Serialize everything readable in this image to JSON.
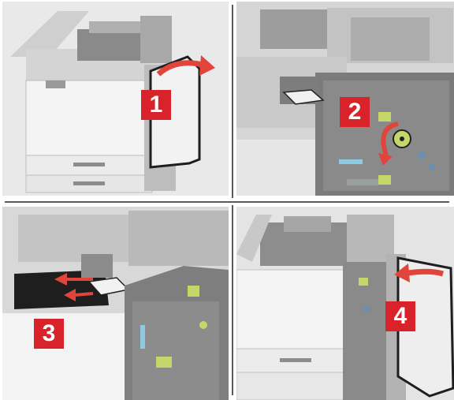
{
  "steps": [
    {
      "number": "1"
    },
    {
      "number": "2"
    },
    {
      "number": "3"
    },
    {
      "number": "4"
    }
  ],
  "colors": {
    "badge": "#d9232a",
    "arrow": "#e0443a",
    "divider": "#5a5a5a",
    "highlight_green": "#c7d66a",
    "highlight_blue": "#8ecbe3"
  },
  "icons": [
    "arrow-right-icon",
    "curved-arrow-icon",
    "knob-icon",
    "double-arrow-left-icon",
    "arrow-left-icon"
  ]
}
